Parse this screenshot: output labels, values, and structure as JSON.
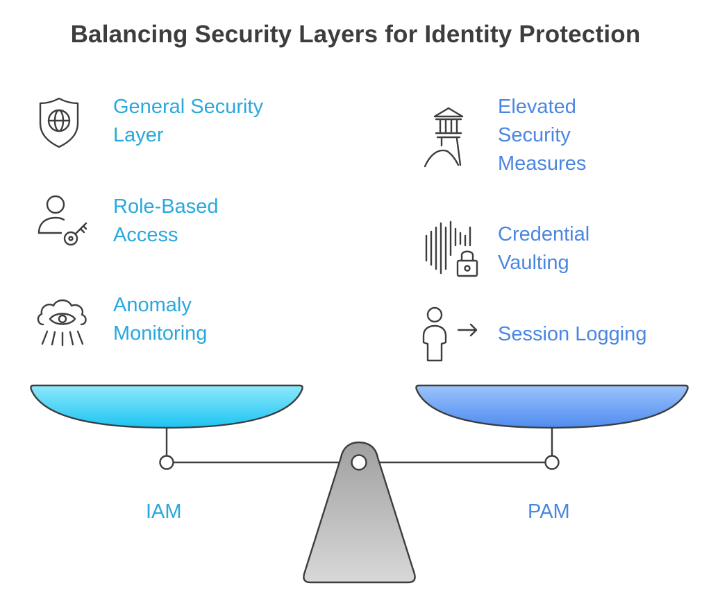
{
  "title": "Balancing Security Layers for Identity Protection",
  "left": {
    "label": "IAM",
    "color": "#29a8dc",
    "items": [
      {
        "label_lines": [
          "General Security",
          "Layer"
        ],
        "icon": "shield-globe-icon"
      },
      {
        "label_lines": [
          "Role-Based",
          "Access"
        ],
        "icon": "user-key-icon"
      },
      {
        "label_lines": [
          "Anomaly",
          "Monitoring"
        ],
        "icon": "cloud-eye-icon"
      }
    ]
  },
  "right": {
    "label": "PAM",
    "color": "#4a86e0",
    "items": [
      {
        "label_lines": [
          "Elevated",
          "Security",
          "Measures"
        ],
        "icon": "lighthouse-icon"
      },
      {
        "label_lines": [
          "Credential",
          "Vaulting"
        ],
        "icon": "soundwave-lock-icon"
      },
      {
        "label_lines": [
          "Session Logging"
        ],
        "icon": "user-arrow-icon"
      }
    ]
  },
  "colors": {
    "left_pan": "#2ad0f5",
    "right_pan": "#5a95f2",
    "fulcrum": "#c2c2c2",
    "outline": "#3d3d3d"
  }
}
